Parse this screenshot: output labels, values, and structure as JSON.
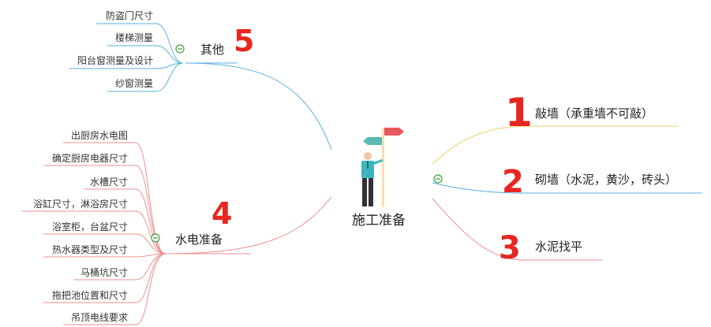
{
  "central": {
    "label": "施工准备"
  },
  "branches": {
    "other": {
      "label": "其他",
      "annotation": "5",
      "leaves": [
        "防盗门尺寸",
        "楼梯测量",
        "阳台窗测量及设计",
        "纱窗测量"
      ]
    },
    "water_electric": {
      "label": "水电准备",
      "annotation": "4",
      "leaves": [
        "出厨房水电图",
        "确定厨房电器尺寸",
        "水槽尺寸",
        "浴缸尺寸，淋浴房尺寸",
        "浴室柜，台盆尺寸",
        "热水器类型及尺寸",
        "马桶坑尺寸",
        "拖把池位置和尺寸",
        "吊顶电线要求"
      ]
    },
    "knock_wall": {
      "label": "敲墙（承重墙不可敲）",
      "annotation": "1"
    },
    "build_wall": {
      "label": "砌墙（水泥，黄沙，砖头）",
      "annotation": "2"
    },
    "leveling": {
      "label": "水泥找平",
      "annotation": "3"
    }
  },
  "colors": {
    "blue_branch": "#5aaee0",
    "red_branch": "#ee8f8f",
    "yellow_branch": "#f3cf6a",
    "annotation_red": "#e8261f",
    "collapse_green": "#3aa13a",
    "sign_teal": "#5cb8b2",
    "sign_red": "#e9585e",
    "figure_shirt": "#3bb6c0",
    "figure_pants": "#34303a"
  },
  "icons": {
    "central": "signpost-person-icon",
    "collapse": "collapse-minus-icon"
  }
}
